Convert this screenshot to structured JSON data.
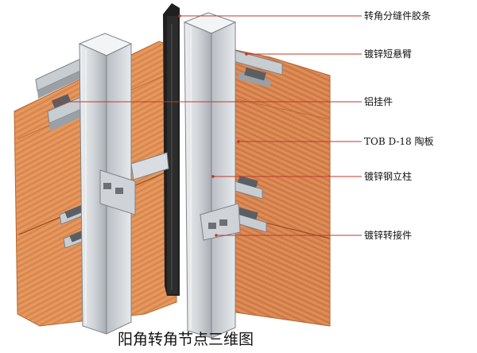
{
  "diagram": {
    "caption": "阳角转角节点三维图",
    "labels": {
      "sealant_strip": "转角分缝件胶条",
      "short_arm": "镀锌短悬臂",
      "aluminum_hanger": "铝挂件",
      "panel": "TOB D-18 陶板",
      "steel_post": "镀锌钢立柱",
      "adapter": "镀锌转接件"
    },
    "colors": {
      "leader_line": "#c0392b",
      "panel_light": "#e59a63",
      "panel_dark": "#c9733a",
      "steel": "#d5d8dc",
      "steel_shade": "#9aa0a6",
      "seal": "#1f1f1f"
    }
  }
}
